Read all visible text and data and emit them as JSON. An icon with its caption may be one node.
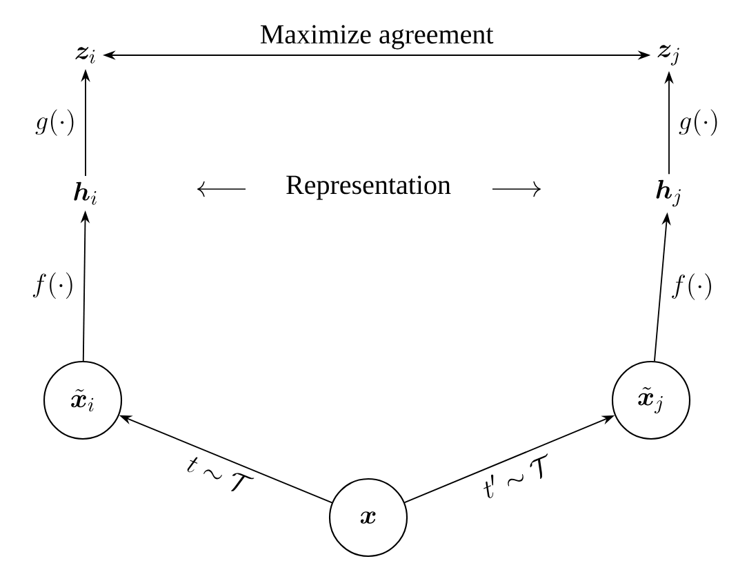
{
  "diagram": {
    "nodes": [
      {
        "text": [
          "\\bm{x}"
        ]
      },
      {
        "text": [
          "\\tilde{\\bm{x}}_i"
        ]
      },
      {
        "text": [
          "\\tilde{\\bm{x}}_j"
        ]
      },
      {
        "text": [
          "\\bm{h}_i"
        ]
      },
      {
        "text": [
          "\\bm{h}_j"
        ]
      },
      {
        "text": [
          "\\bm{z}_i"
        ]
      },
      {
        "text": [
          "\\bm{z}_j"
        ]
      }
    ],
    "edges": [
      {
        "from": 0,
        "to": 1,
        "arrow": "to",
        "label": "t \\sim \\mathcal{T}"
      },
      {
        "from": 0,
        "to": 2,
        "arrow": "to",
        "label": "t' \\sim \\mathcal{T}"
      },
      {
        "from": 1,
        "to": 3,
        "arrow": "to",
        "label": "f(\\cdot)"
      },
      {
        "from": 2,
        "to": 4,
        "arrow": "to",
        "label": "f(\\cdot)"
      },
      {
        "from": 3,
        "to": 5,
        "arrow": "to",
        "label": "g(\\cdot)"
      },
      {
        "from": 4,
        "to": 6,
        "arrow": "to",
        "label": "g(\\cdot)"
      },
      {
        "from": 5,
        "to": 6,
        "arrow": "both",
        "label": "Maximize agreement"
      }
    ],
    "labels": [
      "Representation"
    ]
  }
}
